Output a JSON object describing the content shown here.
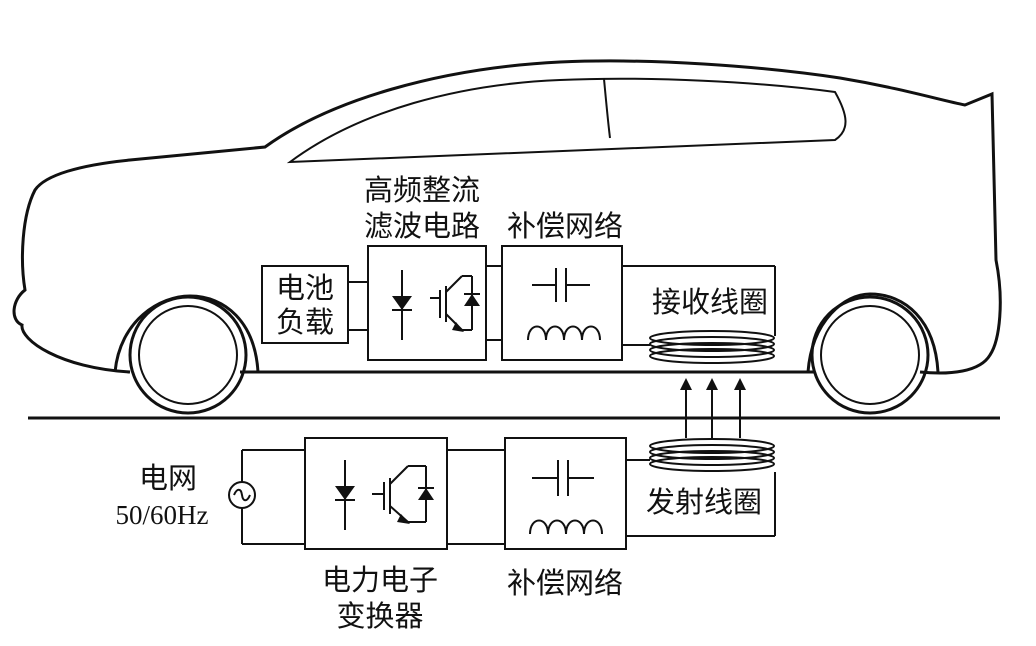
{
  "labels": {
    "rectifier_line1": "高频整流",
    "rectifier_line2": "滤波电路",
    "comp_top": "补偿网络",
    "battery_line1": "电池",
    "battery_line2": "负载",
    "rx_coil": "接收线圈",
    "grid": "电网",
    "grid_freq": "50/60Hz",
    "tx_coil": "发射线圈",
    "converter_line1": "电力电子",
    "converter_line2": "变换器",
    "comp_bottom": "补偿网络"
  },
  "icons": [
    "car-outline",
    "wheel-icon",
    "diode-icon",
    "igbt-icon",
    "capacitor-icon",
    "inductor-icon",
    "coil-icon",
    "ac-source-icon",
    "arrow-up-icon"
  ],
  "colors": {
    "stroke": "#111111",
    "background": "#ffffff"
  }
}
